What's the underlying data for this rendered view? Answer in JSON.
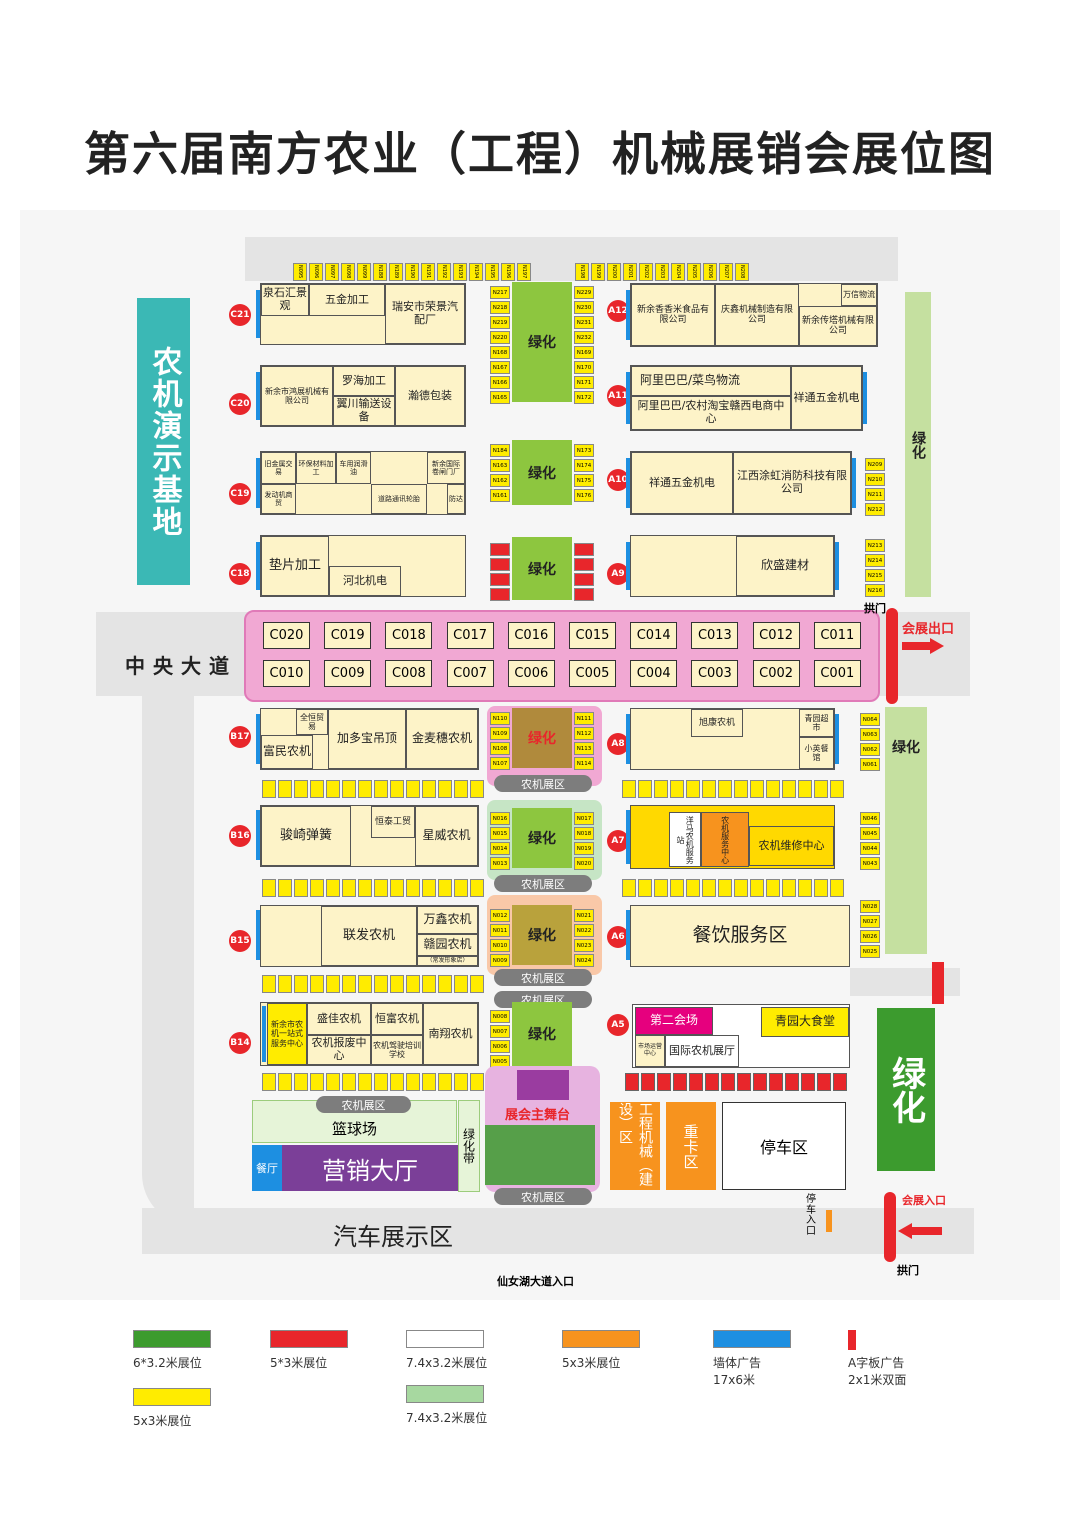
{
  "title": "第六届南方农业（工程）机械展销会展位图",
  "left_base": "农机演示基地",
  "central_road": "中央大道",
  "exit_label": "会展出口",
  "entrance_label": "会展入口",
  "arch_label": "拱门",
  "car_area": "汽车展示区",
  "fairy_lake_entrance": "仙女湖大道入口",
  "parking_entrance": "停车入口",
  "green_label": "绿化",
  "farm_area_label": "农机展区",
  "c_booths_top": [
    "C020",
    "C019",
    "C018",
    "C017",
    "C016",
    "C015",
    "C014",
    "C013",
    "C012",
    "C011"
  ],
  "c_booths_bottom": [
    "C010",
    "C009",
    "C008",
    "C007",
    "C006",
    "C005",
    "C004",
    "C003",
    "C002",
    "C001"
  ],
  "top_row_left": [
    "N095",
    "N096",
    "N097",
    "N098",
    "N099",
    "N188",
    "N189",
    "N190",
    "N191",
    "N192",
    "N193",
    "N194",
    "N195",
    "N196",
    "N197"
  ],
  "top_row_right": [
    "N198",
    "N199",
    "N200",
    "N201",
    "N202",
    "N203",
    "N204",
    "N205",
    "N206",
    "N207",
    "N208"
  ],
  "col_top": [
    "N217",
    "N218",
    "N219",
    "N220",
    "N168",
    "N167",
    "N166",
    "N165"
  ],
  "col_top_r": [
    "N229",
    "N230",
    "N231",
    "N232",
    "N169",
    "N170",
    "N171",
    "N172"
  ],
  "badges": {
    "c21": "C21",
    "c20": "C20",
    "c19": "C19",
    "c18": "C18",
    "a12": "A12",
    "a11": "A11",
    "a10": "A10",
    "a9": "A9",
    "b17": "B17",
    "b16": "B16",
    "b15": "B15",
    "b14": "B14",
    "a8": "A8",
    "a7": "A7",
    "a6": "A6",
    "a5": "A5"
  },
  "blocks": {
    "c21": [
      "泉石汇景观",
      "五金加工",
      "瑞安市荣景汽配厂"
    ],
    "c20": [
      "新余市鸿展机械有限公司",
      "罗海加工",
      "翼川输送设备",
      "瀚德包装"
    ],
    "c19": [
      "旧金属交易",
      "环保材料加工",
      "车用润滑油",
      "新余国际卷闸门厂",
      "发动机商贸",
      "道路通讯轮胎",
      "防达"
    ],
    "c18": [
      "垫片加工",
      "河北机电"
    ],
    "a12": [
      "新余香香米食品有限公司",
      "庆鑫机械制造有限公司",
      "新余传塔机械有限公司",
      "万信物流"
    ],
    "a11": [
      "阿里巴巴/菜鸟物流",
      "阿里巴巴/农村淘宝赣西电商中心",
      "祥通五金机电"
    ],
    "a10": [
      "祥通五金机电",
      "江西涂虹消防科技有限公司"
    ],
    "a9": [
      "欣盛建材"
    ],
    "b17": [
      "全恒贸易",
      "富民农机",
      "加多宝吊顶",
      "金麦穗农机"
    ],
    "a8": [
      "旭康农机",
      "青园超市",
      "小英餐馆"
    ],
    "b16": [
      "骏崎弹簧",
      "恒泰工贸",
      "星威农机"
    ],
    "a7": [
      "洋马农机服务站",
      "农机服务中心",
      "农机维修中心"
    ],
    "b15": [
      "联发农机",
      "万鑫农机",
      "赣园农机",
      "（常发形象店）"
    ],
    "a6": [
      "餐饮服务区"
    ],
    "b14": [
      "新余市农机一站式服务中心",
      "盛佳农机",
      "恒富农机",
      "农机报废中心",
      "农机驾驶培训学校",
      "南翔农机"
    ],
    "a5": [
      "第二会场",
      "青园大食堂",
      "国际农机展厅",
      "市场运营中心"
    ]
  },
  "stage": "展会主舞台",
  "basketball": "篮球场",
  "green_belt": "绿化带",
  "marketing_hall": "营销大厅",
  "restaurant": "餐厅",
  "engineering": "工程机械（建设）区",
  "heavy_truck": "重卡区",
  "parking": "停车区",
  "legend": [
    {
      "color": "#3c9b2e",
      "label": "6*3.2米展位"
    },
    {
      "color": "#e8262b",
      "label": "5*3米展位"
    },
    {
      "color": "#ffffff",
      "label": "7.4x3.2米展位"
    },
    {
      "color": "#f7931e",
      "label": "5x3米展位"
    },
    {
      "color": "#1d8fe1",
      "label": "墙体广告\n17x6米"
    },
    {
      "color": "#e8262b",
      "label": "A字板广告\n2x1米双面"
    },
    {
      "color": "#ffec00",
      "label": "5x3米展位"
    },
    {
      "color": "#a7d8a0",
      "label": "7.4x3.2米展位"
    }
  ]
}
